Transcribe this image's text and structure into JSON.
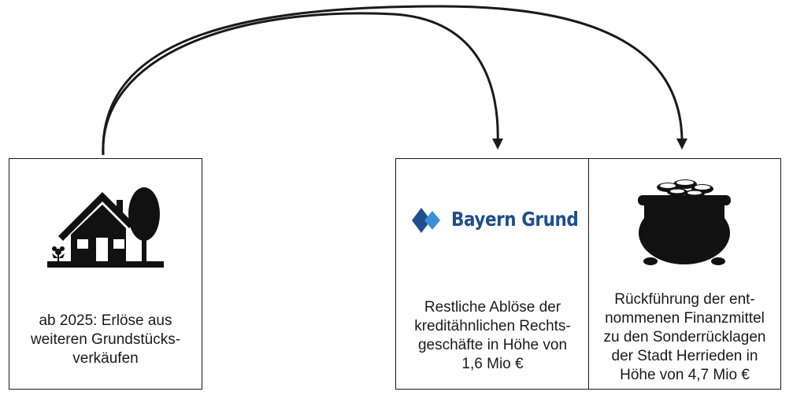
{
  "boxes": {
    "left": {
      "text": "ab 2025: Erlöse aus\nweiteren Grundstücks-\nverkäufen",
      "icon": "house-with-tree-icon"
    },
    "middle": {
      "logo_text": "Bayern Grund",
      "logo_icon": "bayerngrund-diamond-icon",
      "text": "Restliche Ablöse der\nkreditähnlichen Rechts-\ngeschäfte in Höhe von\n1,6 Mio €"
    },
    "right": {
      "text": "Rückführung der ent-\nnommenen Finanzmittel\nzu den Sonderrücklagen\nder Stadt Herrieden in\nHöhe von 4,7 Mio €",
      "icon": "pot-of-coins-icon"
    }
  },
  "colors": {
    "line": "#1a1a1a",
    "logo_blue": "#1f4e8c",
    "logo_light_blue": "#3b8fd9"
  }
}
